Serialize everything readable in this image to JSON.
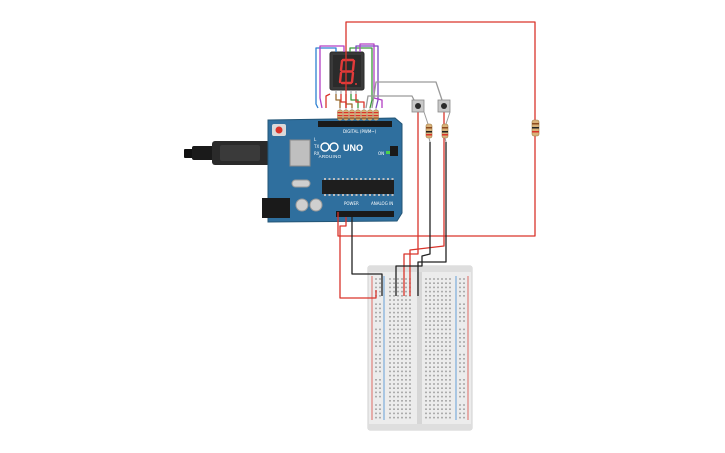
{
  "board": {
    "model_label": "UNO",
    "brand_label": "ARDUINO",
    "digital_header_label": "DIGITAL (PWM~)",
    "power_label": "POWER",
    "analog_label": "ANALOG IN",
    "on_label": "ON",
    "tx_label": "TX",
    "rx_label": "RX",
    "l_label": "L"
  },
  "colors": {
    "board_blue": "#2f6f9e",
    "wire_red": "#d9342b",
    "wire_black": "#222222",
    "wire_gray": "#9a9a9a",
    "wire_blue": "#2d7fd1",
    "wire_magenta": "#b23fc4",
    "wire_green": "#3a9a3a",
    "wire_brown": "#9b6a2f",
    "wire_purple": "#7b49c0",
    "segment_red": "#e23a3a",
    "breadboard": "#ececec"
  }
}
